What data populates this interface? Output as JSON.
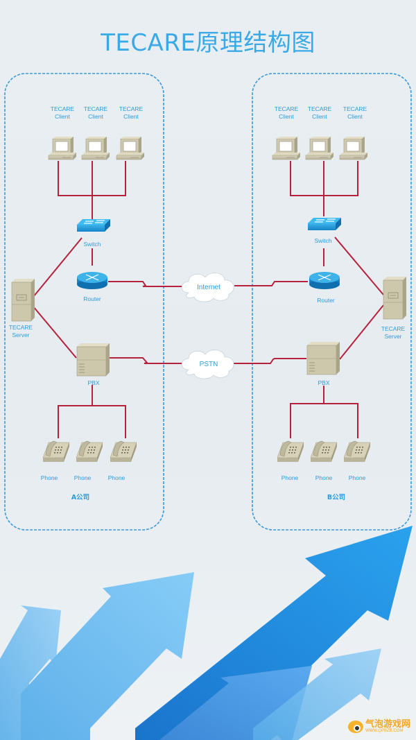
{
  "title": "TECARE原理结构图",
  "companies": [
    {
      "name": "A公司",
      "clients": [
        "TECARE Client",
        "TECARE Client",
        "TECARE Client"
      ],
      "switch_label": "Switch",
      "router_label": "Router",
      "server_label": [
        "TECARE",
        "Server"
      ],
      "pbx_label": "PBX",
      "phones": [
        "Phone",
        "Phone",
        "Phone"
      ]
    },
    {
      "name": "B公司",
      "clients": [
        "TECARE Client",
        "TECARE Client",
        "TECARE Client"
      ],
      "switch_label": "Switch",
      "router_label": "Router",
      "server_label": [
        "TECARE",
        "Server"
      ],
      "pbx_label": "PBX",
      "phones": [
        "Phone",
        "Phone",
        "Phone"
      ]
    }
  ],
  "networks": {
    "internet_label": "Internet",
    "pstn_label": "PSTN"
  },
  "client_label_lines": [
    "TECARE",
    "Client"
  ],
  "colors": {
    "title": "#3aa9e6",
    "label": "#2a9ddc",
    "link": "#b5203a",
    "dashed_border": "#3a9ad8",
    "device": "#c9c4a8"
  },
  "watermark": {
    "name": "气泡游戏网",
    "url": "WWW.QPBZB.COM"
  }
}
